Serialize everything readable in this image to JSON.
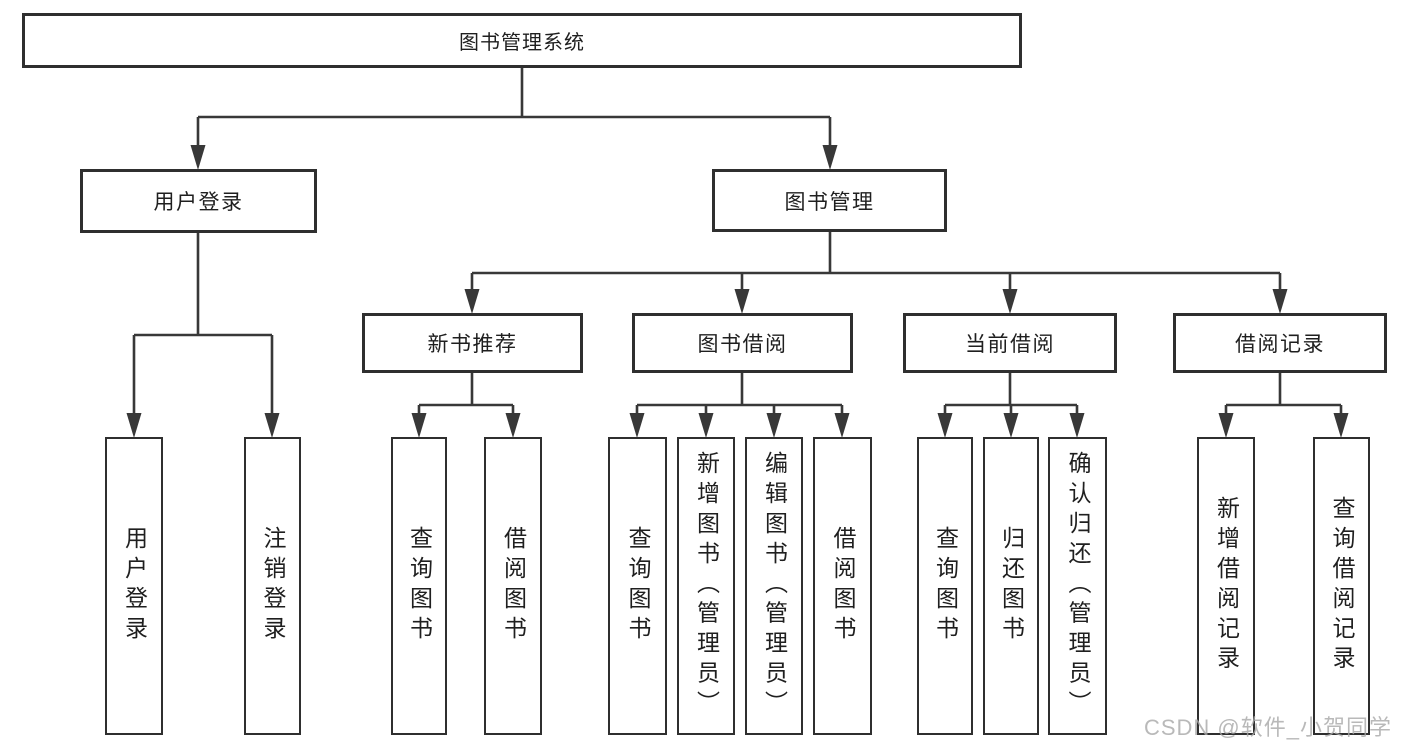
{
  "diagram": {
    "title": "图书管理系统",
    "watermark": "CSDN @软件_小贺同学",
    "colors": {
      "background": "#ffffff",
      "box_border": "#2f2f2f",
      "line": "#383838",
      "text": "#1f1f1f",
      "watermark": "#a8a8a8"
    },
    "nodes": {
      "root": {
        "label": "图书管理系统"
      },
      "level2": [
        {
          "label": "用户登录"
        },
        {
          "label": "图书管理"
        }
      ],
      "level3": [
        {
          "label": "新书推荐",
          "parent": "图书管理"
        },
        {
          "label": "图书借阅",
          "parent": "图书管理"
        },
        {
          "label": "当前借阅",
          "parent": "图书管理"
        },
        {
          "label": "借阅记录",
          "parent": "图书管理"
        }
      ],
      "leaves": [
        {
          "label": "用户登录",
          "parent": "用户登录"
        },
        {
          "label": "注销登录",
          "parent": "用户登录"
        },
        {
          "label": "查询图书",
          "parent": "新书推荐"
        },
        {
          "label": "借阅图书",
          "parent": "新书推荐"
        },
        {
          "label": "查询图书",
          "parent": "图书借阅"
        },
        {
          "label": "新增图书（管理员）",
          "parent": "图书借阅"
        },
        {
          "label": "编辑图书（管理员）",
          "parent": "图书借阅"
        },
        {
          "label": "借阅图书",
          "parent": "图书借阅"
        },
        {
          "label": "查询图书",
          "parent": "当前借阅"
        },
        {
          "label": "归还图书",
          "parent": "当前借阅"
        },
        {
          "label": "确认归还（管理员）",
          "parent": "当前借阅"
        },
        {
          "label": "新增借阅记录",
          "parent": "借阅记录"
        },
        {
          "label": "查询借阅记录",
          "parent": "借阅记录"
        }
      ]
    }
  }
}
